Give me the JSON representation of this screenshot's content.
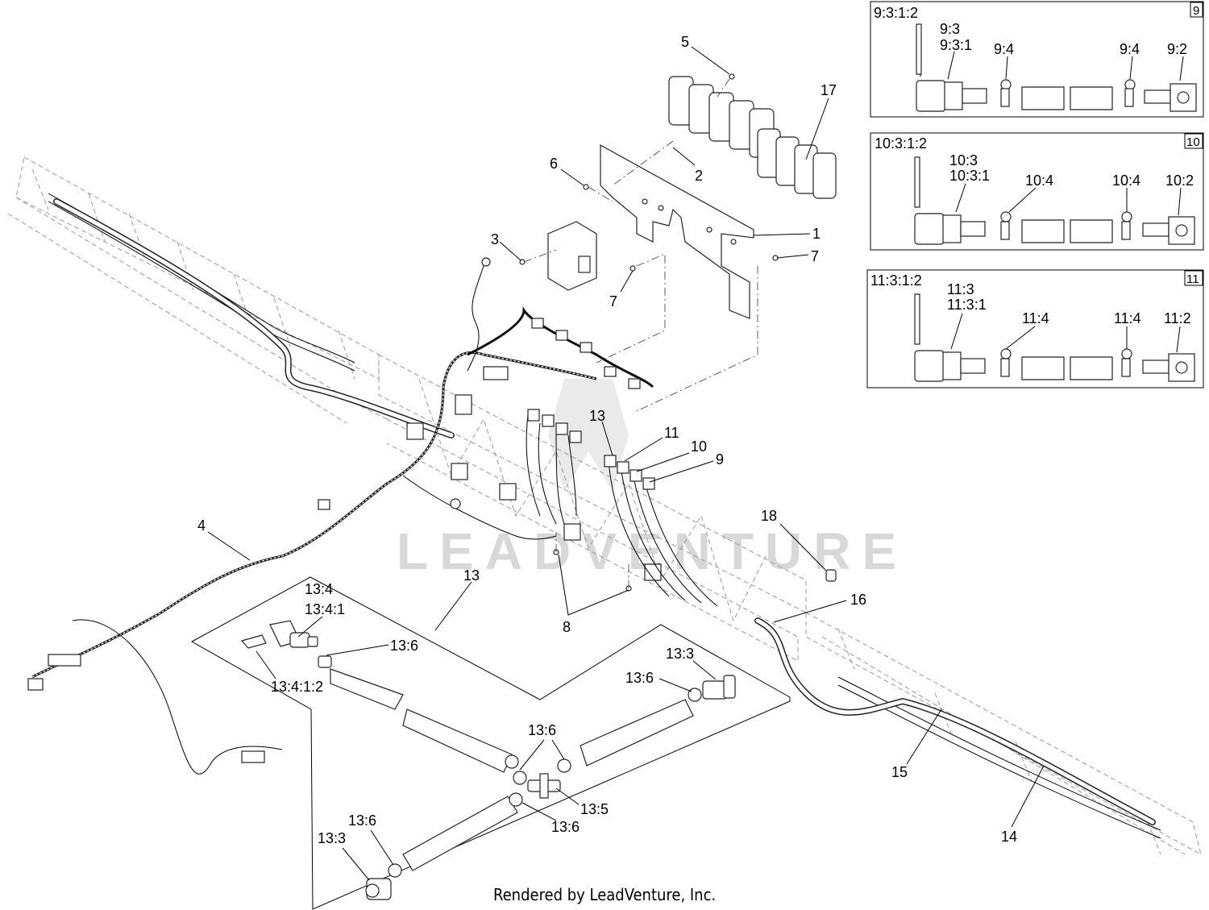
{
  "callouts": {
    "c1": "1",
    "c2": "2",
    "c3": "3",
    "c4": "4",
    "c5": "5",
    "c6": "6",
    "c7a": "7",
    "c7b": "7",
    "c8": "8",
    "c9": "9",
    "c10": "10",
    "c11": "11",
    "c13a": "13",
    "c13b": "13",
    "c14": "14",
    "c15": "15",
    "c16": "16",
    "c17": "17",
    "c18": "18"
  },
  "detail13": {
    "c_13_4": "13:4",
    "c_13_4_1": "13:4:1",
    "c_13_4_1_2": "13:4:1:2",
    "c_13_6_a": "13:6",
    "c_13_6_b": "13:6",
    "c_13_6_c": "13:6",
    "c_13_6_d": "13:6",
    "c_13_6_e": "13:6",
    "c_13_3_a": "13:3",
    "c_13_3_b": "13:3",
    "c_13_5": "13:5"
  },
  "insets": [
    {
      "box_number": "9",
      "l_a": "9:3:1:2",
      "l_b": "9:3",
      "l_c": "9:3:1",
      "l_d": "9:4",
      "l_e": "9:4",
      "l_f": "9:2"
    },
    {
      "box_number": "10",
      "l_a": "10:3:1:2",
      "l_b": "10:3",
      "l_c": "10:3:1",
      "l_d": "10:4",
      "l_e": "10:4",
      "l_f": "10:2"
    },
    {
      "box_number": "11",
      "l_a": "11:3:1:2",
      "l_b": "11:3",
      "l_c": "11:3:1",
      "l_d": "11:4",
      "l_e": "11:4",
      "l_f": "11:2"
    }
  ],
  "watermark": "LEADVENTURE",
  "footer": "Rendered by LeadVenture, Inc."
}
